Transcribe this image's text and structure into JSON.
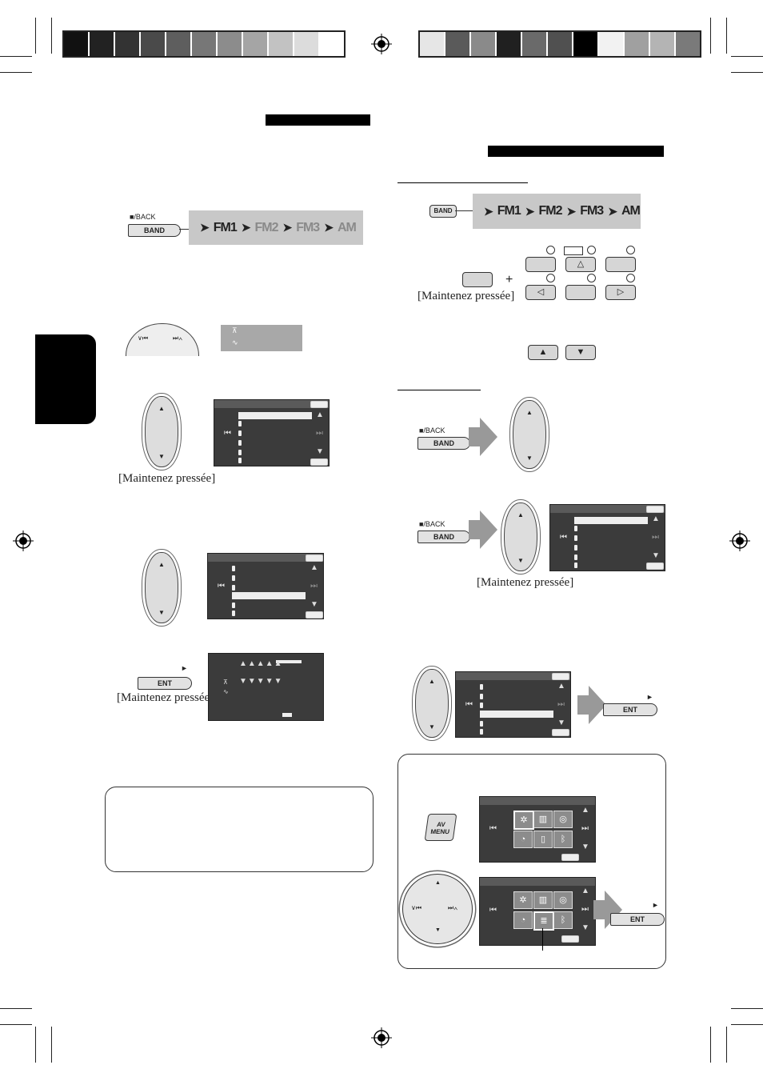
{
  "colors": {
    "swatches_left": [
      "#111111",
      "#222222",
      "#333333",
      "#4a4a4a",
      "#5e5e5e",
      "#777777",
      "#8c8c8c",
      "#a5a5a5",
      "#c2c2c2",
      "#dcdcdc",
      "#ffffff"
    ],
    "swatches_right": [
      "#e6e6e6",
      "#5a5a5a",
      "#8a8a8a",
      "#202020",
      "#6a6a6a",
      "#505050",
      "#000000",
      "#f2f2f2",
      "#a0a0a0",
      "#b4b4b4",
      "#7a7a7a"
    ],
    "panel_gray": "#c8c8c8",
    "screen_dark": "#3b3b3b"
  },
  "band_flow": {
    "items": [
      "FM1",
      "FM2",
      "FM3",
      "AM"
    ],
    "button_label": "BAND",
    "back_label": "■/BACK"
  },
  "right_band": {
    "button_label": "BAND",
    "items": [
      "FM1",
      "FM2",
      "FM3",
      "AM"
    ]
  },
  "hold_caption": "[Maintenez pressée]",
  "plus_sign": "+",
  "ent_label": "ENT",
  "play_glyph": "►",
  "av_menu_label": "AV MENU",
  "icons": {
    "prev": "⏮",
    "next": "⏭",
    "up": "▲",
    "down": "▼",
    "left": "◁",
    "right": "▷",
    "up_hollow": "△"
  }
}
